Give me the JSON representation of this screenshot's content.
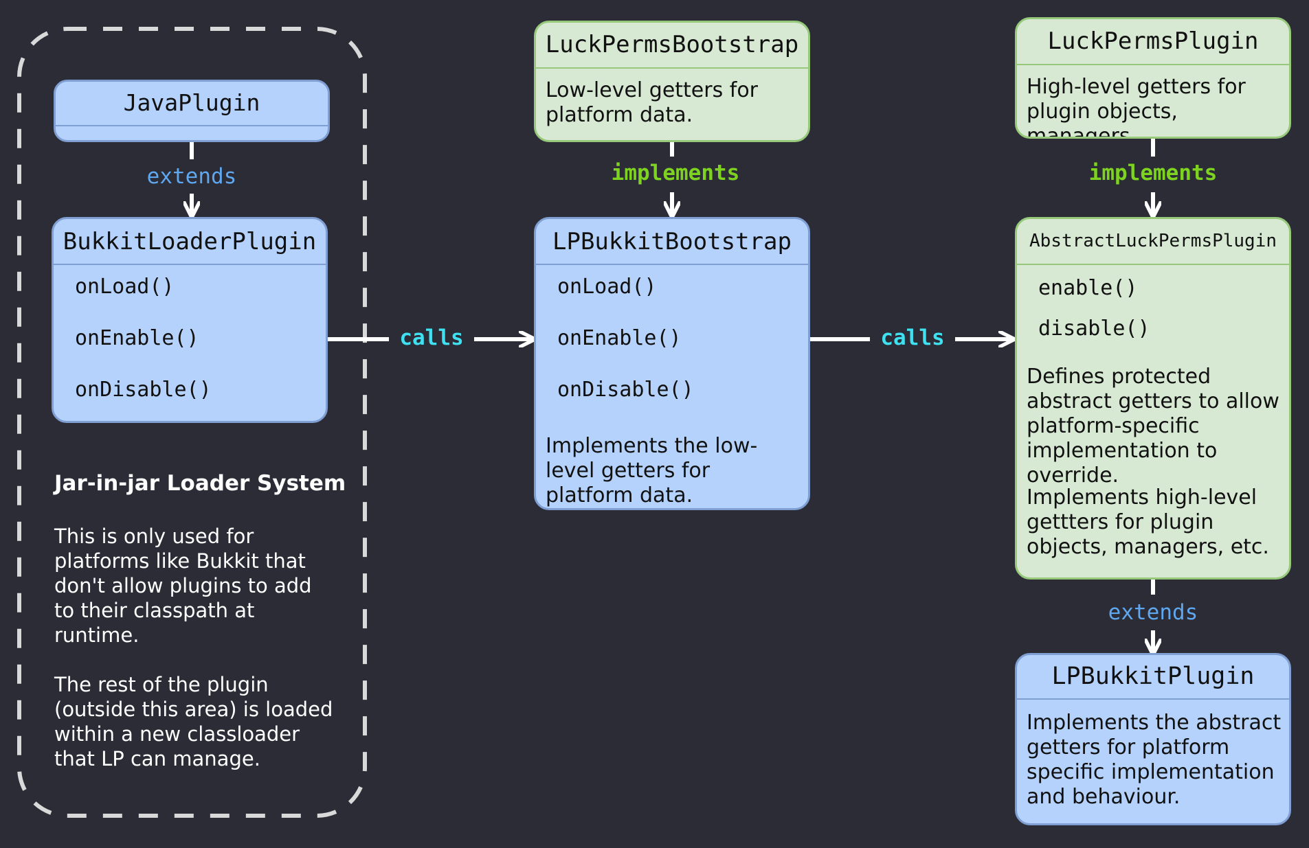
{
  "loader_area": {
    "heading": "Jar-in-jar Loader System",
    "paragraph1": "This is only used for platforms like Bukkit that don't allow plugins to add to their classpath at runtime.",
    "paragraph2": "The rest of the plugin (outside this area) is loaded within a new classloader that LP can manage."
  },
  "nodes": {
    "java_plugin": {
      "title": "JavaPlugin"
    },
    "bukkit_loader_plugin": {
      "title": "BukkitLoaderPlugin",
      "methods": [
        "onLoad()",
        "onEnable()",
        "onDisable()"
      ]
    },
    "luckperms_bootstrap": {
      "title": "LuckPermsBootstrap",
      "description": "Low-level getters for platform data."
    },
    "lp_bukkit_bootstrap": {
      "title": "LPBukkitBootstrap",
      "methods": [
        "onLoad()",
        "onEnable()",
        "onDisable()"
      ],
      "description": "Implements the low-level getters for platform data."
    },
    "luckperms_plugin": {
      "title": "LuckPermsPlugin",
      "description": "High-level getters for plugin objects, managers."
    },
    "abstract_luckperms_plugin": {
      "title": "AbstractLuckPermsPlugin",
      "methods": [
        "enable()",
        "disable()"
      ],
      "description1": "Defines protected abstract getters to allow platform-specific implementation to override.",
      "description2": "Implements high-level gettters for plugin objects, managers, etc."
    },
    "lp_bukkit_plugin": {
      "title": "LPBukkitPlugin",
      "description": "Implements the abstract getters for platform specific implementation and behaviour."
    }
  },
  "edges": {
    "java_to_loader": "extends",
    "bootstrap_to_lpbootstrap": "implements",
    "plugin_to_abstract": "implements",
    "abstract_to_lpplugin": "extends",
    "loader_to_lpbootstrap": "calls",
    "lpbootstrap_to_abstract": "calls"
  },
  "colors": {
    "background": "#2b2c36",
    "class_box": "#b5d2fd",
    "interface_box": "#d7e9d3",
    "extends": "#5fa7ef",
    "implements": "#7ed321",
    "calls": "#3fe0f0"
  }
}
